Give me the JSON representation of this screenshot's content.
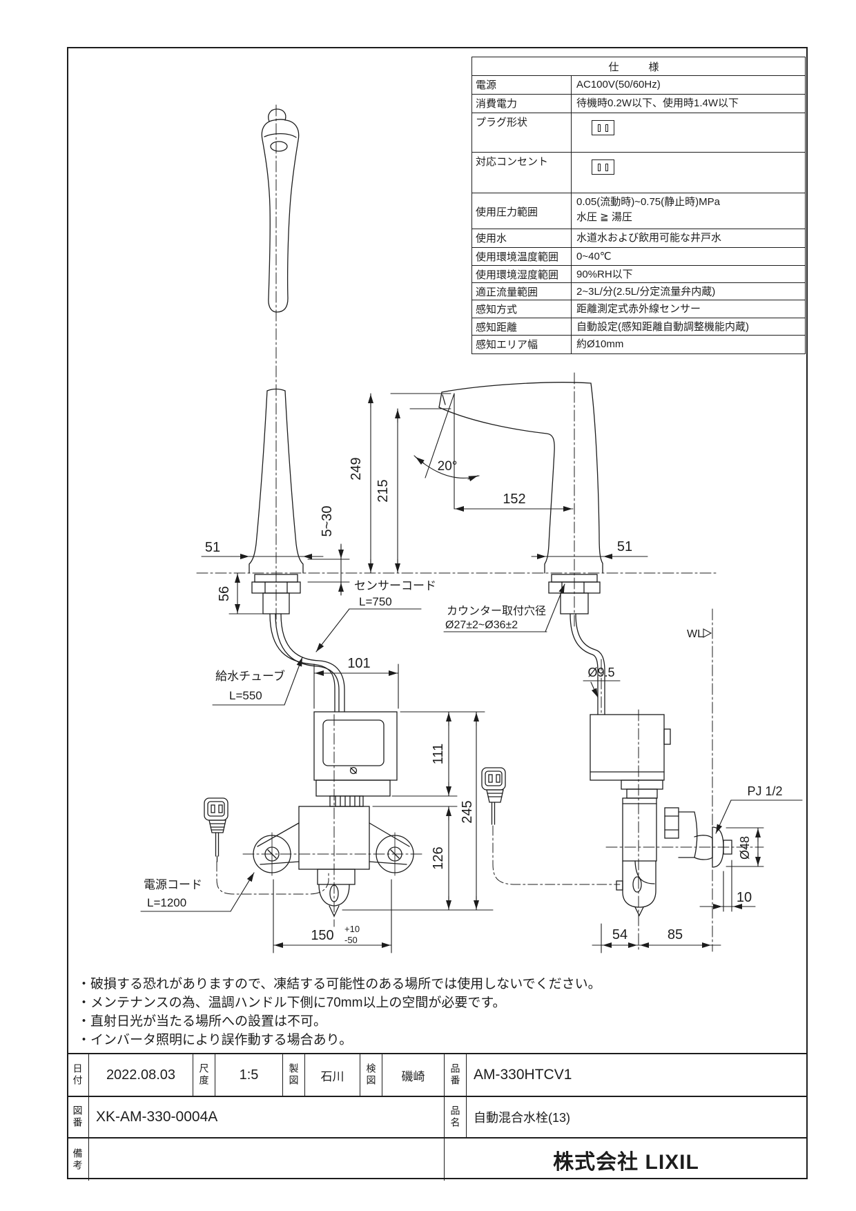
{
  "spec_table": {
    "title": "仕　様",
    "rows": [
      {
        "label": "電源",
        "value": "AC100V(50/60Hz)"
      },
      {
        "label": "消費電力",
        "value": "待機時0.2W以下、使用時1.4W以下"
      },
      {
        "label": "プラグ形状",
        "value": ""
      },
      {
        "label": "対応コンセント",
        "value": ""
      },
      {
        "label": "使用圧力範囲",
        "value": "0.05(流動時)~0.75(静止時)MPa",
        "value2": "水圧 ≧ 湯圧"
      },
      {
        "label": "使用水",
        "value": "水道水および飲用可能な井戸水"
      },
      {
        "label": "使用環境温度範囲",
        "value": "0~40℃"
      },
      {
        "label": "使用環境湿度範囲",
        "value": "90%RH以下"
      },
      {
        "label": "適正流量範囲",
        "value": "2~3L/分(2.5L/分定流量弁内蔵)"
      },
      {
        "label": "感知方式",
        "value": "距離測定式赤外線センサー"
      },
      {
        "label": "感知距離",
        "value": "自動設定(感知距離自動調整機能内蔵)"
      },
      {
        "label": "感知エリア幅",
        "value": "約Ø10mm"
      }
    ]
  },
  "drawing": {
    "dims": {
      "h249": "249",
      "h215": "215",
      "angle": "20°",
      "w152": "152",
      "w51_left": "51",
      "w51_right": "51",
      "t5_30": "5~30",
      "h56": "56",
      "w101": "101",
      "dia9_5": "Ø9.5",
      "h111": "111",
      "h245": "245",
      "h126": "126",
      "w150": "150",
      "w150_tol_up": "+10",
      "w150_tol_dn": "-50",
      "w54": "54",
      "w85": "85",
      "w10": "10",
      "dia48": "Ø48",
      "pj": "PJ 1/2",
      "wl": "WL"
    },
    "labels": {
      "sensor_cord": "センサーコード",
      "sensor_cord_len": "L=750",
      "counter_hole": "カウンター取付穴径",
      "counter_hole_dia": "Ø27±2~Ø36±2",
      "supply_tube": "給水チューブ",
      "supply_tube_len": "L=550",
      "power_cord": "電源コード",
      "power_cord_len": "L=1200"
    }
  },
  "notes": [
    "・破損する恐れがありますので、凍結する可能性のある場所では使用しないでください。",
    "・メンテナンスの為、温調ハンドル下側に70mm以上の空間が必要です。",
    "・直射日光が当たる場所への設置は不可。",
    "・インバータ照明により誤作動する場合あり。"
  ],
  "title_block": {
    "date_label": "日付",
    "date": "2022.08.03",
    "scale_label": "尺度",
    "scale": "1:5",
    "drafter_label": "製図",
    "drafter": "石川",
    "checker_label": "検図",
    "checker": "磯崎",
    "part_no_label": "品番",
    "part_no": "AM-330HTCV1",
    "dwg_no_label": "図番",
    "dwg_no": "XK-AM-330-0004A",
    "part_name_label": "品名",
    "part_name": "自動混合水栓(13)",
    "remarks_label": "備考",
    "remarks": "",
    "company": "株式会社 LIXIL"
  }
}
